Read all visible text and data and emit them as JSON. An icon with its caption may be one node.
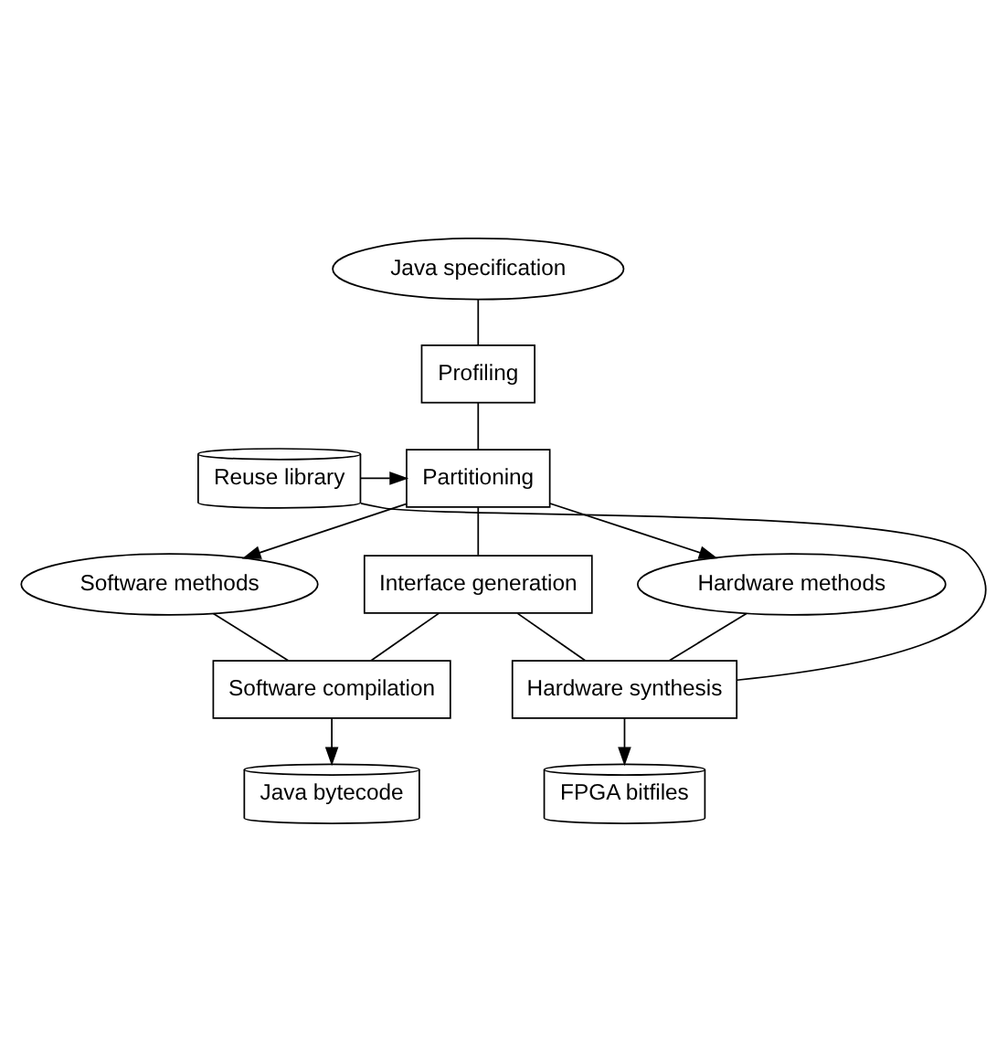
{
  "diagram": {
    "nodes": [
      {
        "text": [
          "Java specification"
        ]
      },
      {
        "text": [
          "Profiling"
        ]
      },
      {
        "text": [
          "Partitioning"
        ]
      },
      {
        "text": [
          "Reuse library"
        ]
      },
      {
        "text": [
          "Software methods"
        ]
      },
      {
        "text": [
          "Interface generation"
        ]
      },
      {
        "text": [
          "Hardware methods"
        ]
      },
      {
        "text": [
          "Software compilation"
        ]
      },
      {
        "text": [
          "Hardware synthesis"
        ]
      },
      {
        "text": [
          "Java bytecode"
        ]
      },
      {
        "text": [
          "FPGA bitfiles"
        ]
      }
    ],
    "edges": [
      {
        "from": 0,
        "to": 1,
        "arrow": "none"
      },
      {
        "from": 1,
        "to": 2,
        "arrow": "none"
      },
      {
        "from": 3,
        "to": 2,
        "arrow": "to"
      },
      {
        "from": 2,
        "to": 4,
        "arrow": "to"
      },
      {
        "from": 2,
        "to": 5,
        "arrow": "none"
      },
      {
        "from": 2,
        "to": 6,
        "arrow": "to"
      },
      {
        "from": 4,
        "to": 7,
        "arrow": "none"
      },
      {
        "from": 5,
        "to": 7,
        "arrow": "none"
      },
      {
        "from": 5,
        "to": 8,
        "arrow": "none"
      },
      {
        "from": 6,
        "to": 8,
        "arrow": "none"
      },
      {
        "from": 3,
        "to": 8,
        "arrow": "none"
      },
      {
        "from": 7,
        "to": 9,
        "arrow": "to"
      },
      {
        "from": 8,
        "to": 10,
        "arrow": "to"
      }
    ]
  }
}
